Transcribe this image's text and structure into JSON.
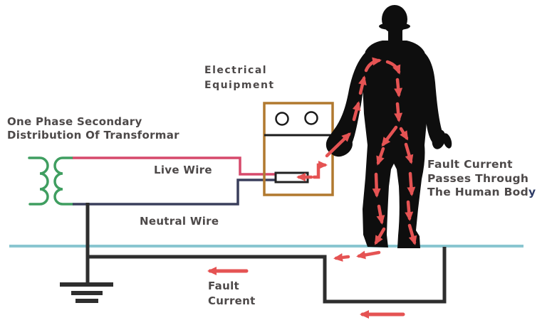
{
  "title": {
    "line1": "One Phase Secondary",
    "line2": "Distribution Of Transformar"
  },
  "equipment_label": {
    "line1": "Electrical",
    "line2": "Equipment"
  },
  "wires": {
    "live": "Live Wire",
    "neutral": "Neutral Wire"
  },
  "fault_body_label": {
    "line1": "Fault Current",
    "line2": "Passes Through",
    "line3": "The Human Bod",
    "line3_accent": "y"
  },
  "fault_current_label": {
    "line1": "Fault",
    "line2": "Current"
  },
  "components": {
    "transformer": "one-phase-secondary-transformer-coils",
    "fuse": "fuse-in-live-wire",
    "equipment": "electrical-equipment-box",
    "ground": "earth-ground-symbol",
    "person": "human-body-silhouette",
    "floor": "ground-floor-line",
    "arrows": "fault-current-flow-arrows"
  },
  "colors": {
    "text_gray": "#4d4949",
    "accent_navy": "#2e3b66",
    "live_wire_pink": "#d6496b",
    "neutral_wire_navy": "#3a3f5c",
    "coil_green": "#3f9e60",
    "equipment_brown": "#b1792f",
    "floor_cyan": "#8ac6d0",
    "arrow_red": "#e55353",
    "wire_black": "#2e2e2e",
    "figure_black": "#0e0e0e"
  }
}
